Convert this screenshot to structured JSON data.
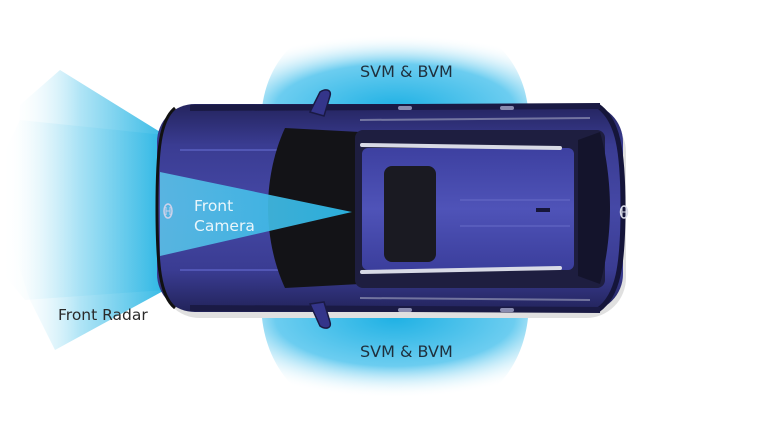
{
  "diagram": {
    "subject": "SUV top view with driver-assist sensor coverage",
    "labels": {
      "svm_top": "SVM & BVM",
      "svm_bottom": "SVM & BVM",
      "front_radar": "Front Radar",
      "front_camera_line1": "Front",
      "front_camera_line2": "Camera"
    },
    "colors": {
      "coverage_cyan": "#29b6e3",
      "car_body": "#2e2f78",
      "car_body_highlight": "#4b4fa8",
      "glass": "#141418",
      "label_dark": "#1f2f3c",
      "label_light": "#eaf6fb"
    }
  }
}
